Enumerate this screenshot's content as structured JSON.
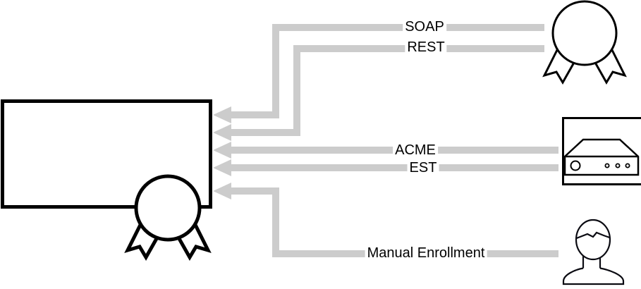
{
  "colors": {
    "connector": "#cccccc",
    "outline": "#000000",
    "label_bg": "#ffffff",
    "label_text": "#000000",
    "canvas_bg": "#ffffff"
  },
  "connections": [
    {
      "id": "soap",
      "label": "SOAP"
    },
    {
      "id": "rest",
      "label": "REST"
    },
    {
      "id": "acme",
      "label": "ACME"
    },
    {
      "id": "est",
      "label": "EST"
    },
    {
      "id": "manual-enrollment",
      "label": "Manual Enrollment"
    }
  ],
  "icons": {
    "left_badge": "certificate-ribbon-icon",
    "top_right": "certificate-ribbon-icon",
    "middle_right": "server-appliance-icon",
    "bottom_right": "person-icon"
  }
}
